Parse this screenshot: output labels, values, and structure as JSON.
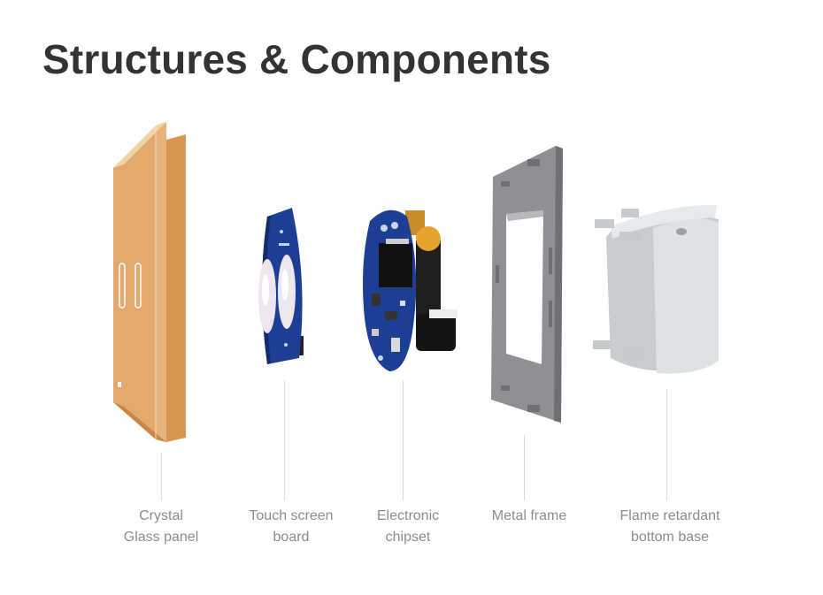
{
  "title": "Structures & Components",
  "colors": {
    "title": "#333333",
    "caption": "#8c8c8c",
    "glass_gold": "#e0a56a",
    "pcb_blue": "#1f3f8f",
    "metal_gray": "#9a9ca0",
    "base_gray": "#d3d6d9"
  },
  "components": [
    {
      "line1": "Crystal",
      "line2": "Glass panel"
    },
    {
      "line1": "Touch screen",
      "line2": "board"
    },
    {
      "line1": "Electronic",
      "line2": "chipset"
    },
    {
      "line1": "Metal frame",
      "line2": ""
    },
    {
      "line1": "Flame retardant",
      "line2": "bottom base"
    }
  ]
}
